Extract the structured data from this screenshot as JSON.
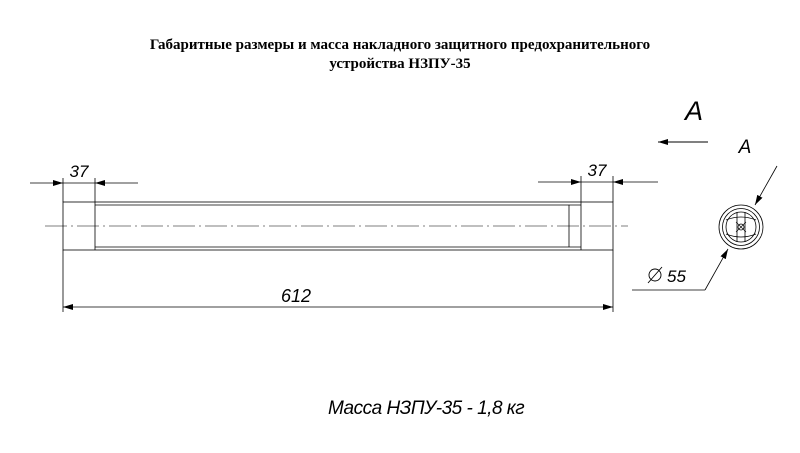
{
  "title": {
    "line1": "Габаритные размеры и масса накладного защитного предохранительного",
    "line2": "устройства НЗПУ-35"
  },
  "dimensions": {
    "left_end_length": "37",
    "right_end_length": "37",
    "total_length": "612",
    "diameter": "55"
  },
  "view": {
    "arrow_label": "A",
    "view_label": "A"
  },
  "mass": {
    "label": "Масса НЗПУ-35 -  1,8 кг"
  }
}
